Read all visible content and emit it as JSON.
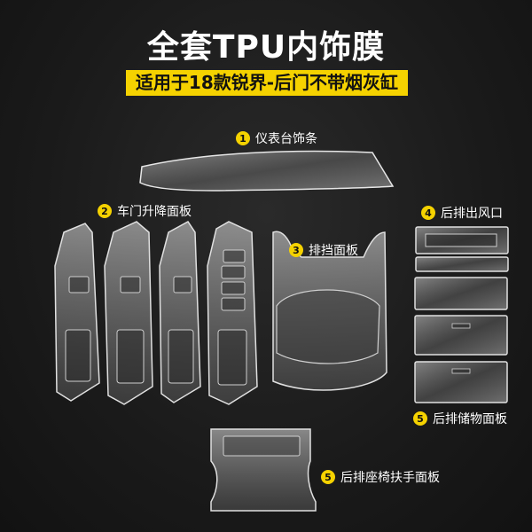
{
  "title": "全套TPU内饰膜",
  "subtitle": "适用于18款锐界-后门不带烟灰缸",
  "labels": [
    {
      "num": "1",
      "text": "仪表台饰条"
    },
    {
      "num": "2",
      "text": "车门升降面板"
    },
    {
      "num": "3",
      "text": "排挡面板"
    },
    {
      "num": "4",
      "text": "后排出风口"
    },
    {
      "num": "5",
      "text": "后排储物面板"
    },
    {
      "num": "5",
      "text": "后排座椅扶手面板"
    }
  ],
  "colors": {
    "accent": "#f5d200",
    "background": "#1a1a1a",
    "text": "#ffffff"
  }
}
